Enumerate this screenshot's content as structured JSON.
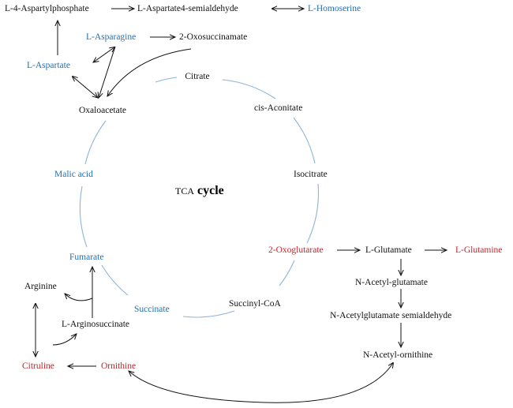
{
  "colors": {
    "blue": "#1f6fb5",
    "red": "#c0262a",
    "black": "#111111",
    "cycle_line": "#8fb3d9"
  },
  "center_title": {
    "prefix": "TCA",
    "main": "cycle"
  },
  "nodes": {
    "l4_aspartylphosphate": "L-4-Aspartylphosphate",
    "l_aspartate_semialdehyde": "L-Aspartate4-semialdehyde",
    "l_homoserine": "L-Homoserine",
    "l_asparagine": "L-Asparagine",
    "oxosuccinamate": "2-Oxosuccinamate",
    "l_aspartate": "L-Aspartate",
    "citrate": "Citrate",
    "oxaloacetate": "Oxaloacetate",
    "cis_aconitate": "cis-Aconitate",
    "malic_acid": "Malic acid",
    "isocitrate": "Isocitrate",
    "oxoglutarate": "2-Oxoglutarate",
    "l_glutamate": "L-Glutamate",
    "l_glutamine": "L-Glutamine",
    "fumarate": "Fumarate",
    "n_acetyl_glutamate": "N-Acetyl-glutamate",
    "arginine": "Arginine",
    "succinate": "Succinate",
    "succinyl_coa": "Succinyl-CoA",
    "n_acetylglutamate_semialdehyde": "N-Acetylglutamate semialdehyde",
    "l_arginosuccinate": "L-Arginosuccinate",
    "n_acetyl_ornithine": "N-Acetyl-ornithine",
    "citruline": "Citruline",
    "ornithine": "Ornithine"
  }
}
